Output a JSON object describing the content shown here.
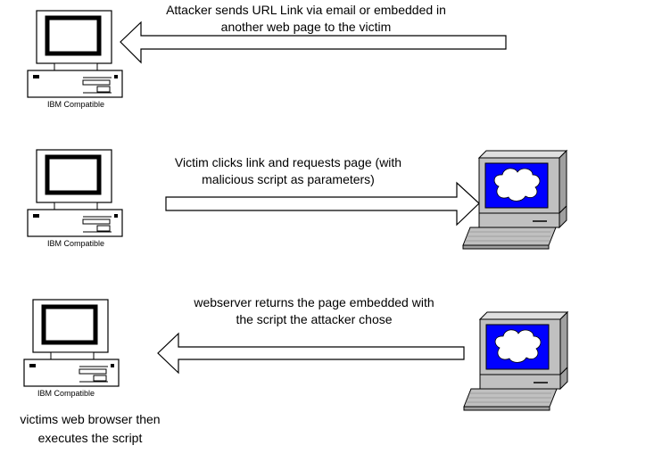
{
  "steps": [
    {
      "message_lines": [
        "Attacker sends URL Link via email or embedded in",
        "another web page to the victim"
      ],
      "arrow_direction": "left"
    },
    {
      "message_lines": [
        "Victim clicks link and requests page (with",
        "malicious script as parameters)"
      ],
      "arrow_direction": "right"
    },
    {
      "message_lines": [
        "webserver returns the page embedded with",
        "the script the attacker chose"
      ],
      "arrow_direction": "left"
    }
  ],
  "pc_label": "IBM Compatible",
  "victim_note_lines": [
    "victims web browser then",
    "executes the script"
  ],
  "colors": {
    "server_screen": "#0000ff",
    "server_case": "#c0c0c0",
    "line": "#000000",
    "background": "#ffffff"
  },
  "icons": {
    "client": "ibm-compatible-pc-icon",
    "server": "webserver-terminal-icon"
  }
}
